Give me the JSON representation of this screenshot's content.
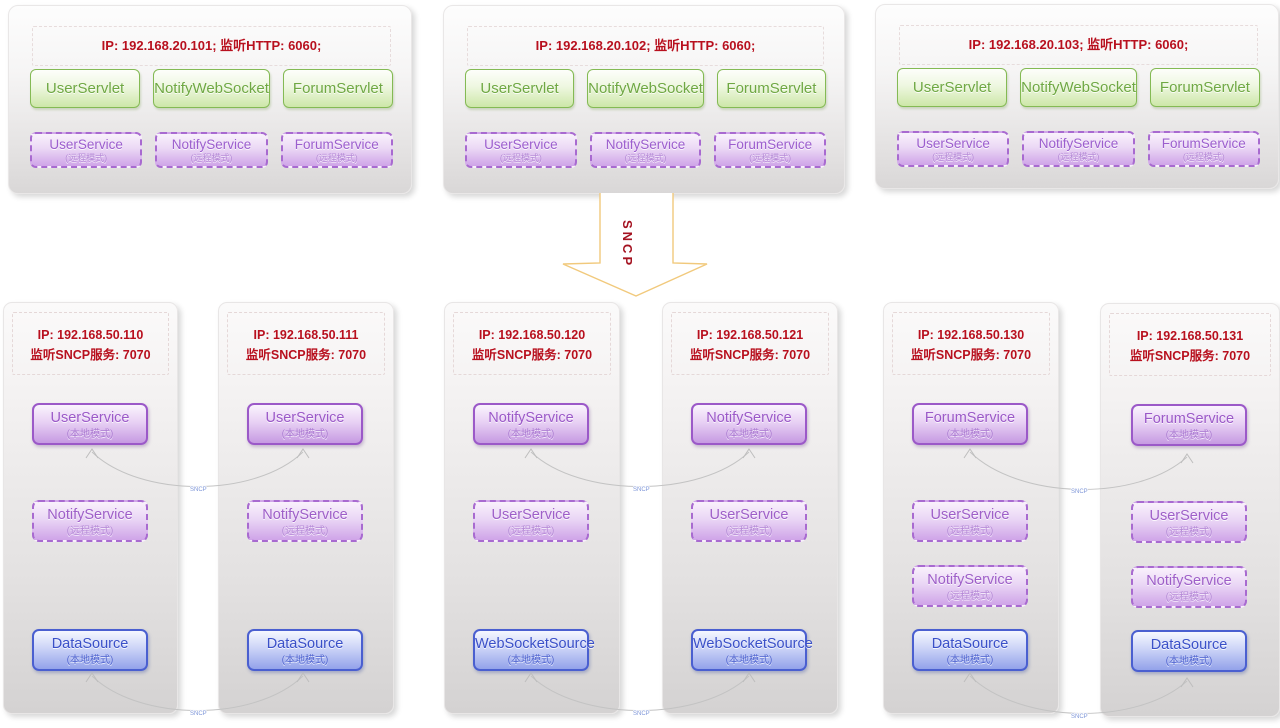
{
  "http_servers": [
    {
      "header": "IP: 192.168.20.101;  监听HTTP: 6060;",
      "servlets": [
        "UserServlet",
        "NotifyWebSocket",
        "ForumServlet"
      ],
      "services": [
        {
          "name": "UserService",
          "mode": "(远程模式)"
        },
        {
          "name": "NotifyService",
          "mode": "(远程模式)"
        },
        {
          "name": "ForumService",
          "mode": "(远程模式)"
        }
      ]
    },
    {
      "header": "IP: 192.168.20.102;  监听HTTP: 6060;",
      "servlets": [
        "UserServlet",
        "NotifyWebSocket",
        "ForumServlet"
      ],
      "services": [
        {
          "name": "UserService",
          "mode": "(远程模式)"
        },
        {
          "name": "NotifyService",
          "mode": "(远程模式)"
        },
        {
          "name": "ForumService",
          "mode": "(远程模式)"
        }
      ]
    },
    {
      "header": "IP: 192.168.20.103;  监听HTTP: 6060;",
      "servlets": [
        "UserServlet",
        "NotifyWebSocket",
        "ForumServlet"
      ],
      "services": [
        {
          "name": "UserService",
          "mode": "(远程模式)"
        },
        {
          "name": "NotifyService",
          "mode": "(远程模式)"
        },
        {
          "name": "ForumService",
          "mode": "(远程模式)"
        }
      ]
    }
  ],
  "sncp_arrow_label": "SNCP",
  "link_label": "SNCP",
  "sncp_servers": [
    {
      "ip": "IP: 192.168.50.110",
      "listen": "监听SNCP服务: 7070",
      "services": [
        {
          "name": "UserService",
          "mode": "(本地模式)"
        },
        {
          "name": "NotifyService",
          "mode": "(远程模式)"
        },
        {
          "name": "DataSource",
          "mode": "(本地模式)"
        }
      ]
    },
    {
      "ip": "IP: 192.168.50.111",
      "listen": "监听SNCP服务: 7070",
      "services": [
        {
          "name": "UserService",
          "mode": "(本地模式)"
        },
        {
          "name": "NotifyService",
          "mode": "(远程模式)"
        },
        {
          "name": "DataSource",
          "mode": "(本地模式)"
        }
      ]
    },
    {
      "ip": "IP: 192.168.50.120",
      "listen": "监听SNCP服务: 7070",
      "services": [
        {
          "name": "NotifyService",
          "mode": "(本地模式)"
        },
        {
          "name": "UserService",
          "mode": "(远程模式)"
        },
        {
          "name": "WebSocketSource",
          "mode": "(本地模式)"
        }
      ]
    },
    {
      "ip": "IP: 192.168.50.121",
      "listen": "监听SNCP服务: 7070",
      "services": [
        {
          "name": "NotifyService",
          "mode": "(本地模式)"
        },
        {
          "name": "UserService",
          "mode": "(远程模式)"
        },
        {
          "name": "WebSocketSource",
          "mode": "(本地模式)"
        }
      ]
    },
    {
      "ip": "IP: 192.168.50.130",
      "listen": "监听SNCP服务: 7070",
      "services": [
        {
          "name": "ForumService",
          "mode": "(本地模式)"
        },
        {
          "name": "UserService",
          "mode": "(远程模式)"
        },
        {
          "name": "NotifyService",
          "mode": "(远程模式)"
        },
        {
          "name": "DataSource",
          "mode": "(本地模式)"
        }
      ]
    },
    {
      "ip": "IP: 192.168.50.131",
      "listen": "监听SNCP服务: 7070",
      "services": [
        {
          "name": "ForumService",
          "mode": "(本地模式)"
        },
        {
          "name": "UserService",
          "mode": "(远程模式)"
        },
        {
          "name": "NotifyService",
          "mode": "(远程模式)"
        },
        {
          "name": "DataSource",
          "mode": "(本地模式)"
        }
      ]
    }
  ]
}
